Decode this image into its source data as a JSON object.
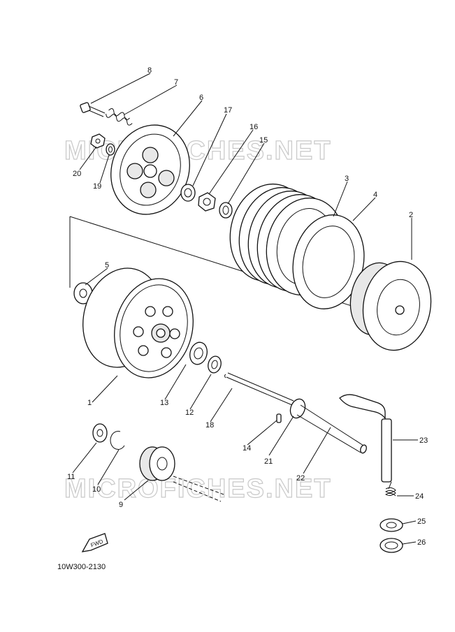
{
  "watermark": {
    "text": "MICROFICHES.NET"
  },
  "diagram_code": "10W300-2130",
  "fwd_label": "FWD",
  "callouts": [
    {
      "id": "1",
      "label": "1"
    },
    {
      "id": "2",
      "label": "2"
    },
    {
      "id": "3",
      "label": "3"
    },
    {
      "id": "4",
      "label": "4"
    },
    {
      "id": "5",
      "label": "5"
    },
    {
      "id": "6",
      "label": "6"
    },
    {
      "id": "7",
      "label": "7"
    },
    {
      "id": "8",
      "label": "8"
    },
    {
      "id": "9",
      "label": "9"
    },
    {
      "id": "10",
      "label": "10"
    },
    {
      "id": "11",
      "label": "11"
    },
    {
      "id": "12",
      "label": "12"
    },
    {
      "id": "13",
      "label": "13"
    },
    {
      "id": "14",
      "label": "14"
    },
    {
      "id": "15",
      "label": "15"
    },
    {
      "id": "16",
      "label": "16"
    },
    {
      "id": "17",
      "label": "17"
    },
    {
      "id": "18",
      "label": "18"
    },
    {
      "id": "19",
      "label": "19"
    },
    {
      "id": "20",
      "label": "20"
    },
    {
      "id": "21",
      "label": "21"
    },
    {
      "id": "22",
      "label": "22"
    },
    {
      "id": "23",
      "label": "23"
    },
    {
      "id": "24",
      "label": "24"
    },
    {
      "id": "25",
      "label": "25"
    },
    {
      "id": "26",
      "label": "26"
    }
  ]
}
